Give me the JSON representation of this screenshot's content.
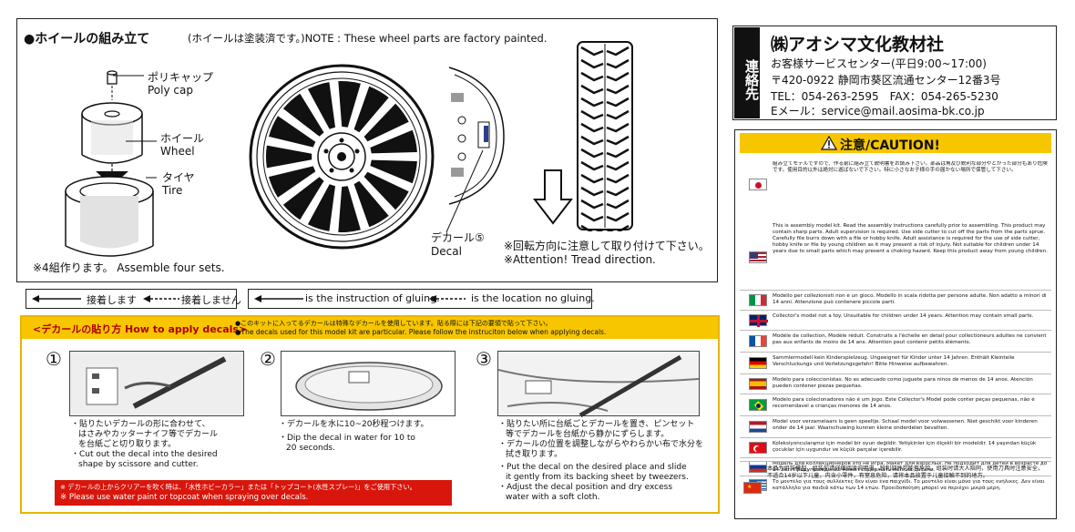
{
  "assembly": {
    "title": "●ホイールの組み立て",
    "title_note": "(ホイールは塗装済です。)NOTE : These wheel parts are factory painted.",
    "polycap_jp": "ポリキャップ",
    "polycap_en": "Poly cap",
    "wheel_jp": "ホイール",
    "wheel_en": "Wheel",
    "tire_jp": "タイヤ",
    "tire_en": "Tire",
    "four_sets": "※4組作ります。 Assemble four sets.",
    "decal_jp": "デカール⑤",
    "decal_en": "Decal",
    "rotation_jp": "※回転方向に注意して取り付けて下さい。",
    "rotation_en": "※Attention! Tread direction."
  },
  "glue_legend": {
    "jp_glue": "接着します",
    "jp_noglue": "接着しません",
    "en_glue": "is the instruction of gluing.",
    "en_noglue": "is the location no gluing."
  },
  "decals": {
    "header": "<デカールの貼り方 How to apply decals>",
    "header_note_jp": "●このキットに入ってるデカールは特殊なデカールを使用しています。貼る際には下記の要領で貼って下さい。",
    "header_note_en": "●The decals used for this model kit are particular. Please follow the instruciton below when applying decals.",
    "step1_num": "①",
    "step2_num": "②",
    "step3_num": "③",
    "step1_jp1": "・貼りたいデカールの形に合わせて、",
    "step1_jp2": "はさみやカッターナイフ等でデカール",
    "step1_jp3": "を台紙ごと切り取ります。",
    "step1_en1": "・Cut out the decal into the desired",
    "step1_en2": "shape by scissore and cutter.",
    "step2_jp": "・デカールを水に10~20秒程つけます。",
    "step2_en1": "・Dip the decal in water for 10 to",
    "step2_en2": "20 seconds.",
    "step3_jp1": "・貼りたい所に台紙ごとデカールを置き、ピンセット",
    "step3_jp2": "等でデカールを台紙から静かにずらします。",
    "step3_jp3": "・デカールの位置を調整しながらやわらかい布で水分を",
    "step3_jp4": "拭き取ります。",
    "step3_en1": "・Put the decal on the desired place and slide",
    "step3_en2": "it gently from its backing sheet by tweezers.",
    "step3_en3": "・Adjust the decal position and dry excess",
    "step3_en4": "water with a soft cloth.",
    "warn_jp": "※ デカールの上からクリアーを吹く時は、「水性ホビーカラー」または「トップコート(水性スプレー)」をご使用下さい。",
    "warn_en": "※ Please use water paint or topcoat when spraying over decals."
  },
  "contact": {
    "side_label": "連絡先",
    "company": "㈱アオシマ文化教材社",
    "service": "お客様サービスセンター(平日9:00~17:00)",
    "address": "〒420-0922 静岡市葵区流通センター12番3号",
    "tel": "TEL：054-263-2595　FAX：054-265-5230",
    "email": "Eメール：service@mail.aosima-bk.co.jp"
  },
  "caution": {
    "title": "注意/CAUTION!",
    "jp": "組み立てモデルですので、作る前に組み立て説明書をお読み下さい。部品は角及び鋭利な部分やとがった部分もあり危険です。使用目的以外は絶対に遊ばないで下さい。特に小さなお子様の手の届かない場所で保管して下さい。",
    "en": "This is assembly model kit. Read the assembly instructions carefully prior to assembling. This product may contain sharp parts. Adult supervision is required. Use side cutter to cut off the parts from the parts sprue. Carefully file burrs down with a file or hobby knife. Adult assistance is required for the use of side cutter, hobby knife or file by young children as it may present a risk of injury. Not suitable for children under 14 years due to small parts which may present a choking hazard. Keep this product away from young children.",
    "it": "Modello per collezionisti non è un gioco. Modello in scala ridotta per persone adulte. Non adatto a minori di 14 anni. Attenzione può contenere piccole parti.",
    "gb": "Collector's model not a toy. Unsuitable for children under 14 years. Attention may contain small parts.",
    "fr": "Modèle de collection, Modèle réduit. Construits a l'échelle en detail pour collectioneurs adultes ne convient pas aux enfants de moins de 14 ans. Attention peut contenir petits éléments.",
    "de": "Sammlermodell kein Kinderspielzeug. Ungeeignet für Kinder unter 14 Jahren. Enthält Kleinteile Verschluckungs und Verletzungsgefahr! Bitte Hinweise aufbewahren.",
    "es": "Modelo para coleccionistas. No es adecuado como juguete para ninos de menos de 14 anos. Atención pueden contener piezas pequeñas.",
    "br": "Modelo para colecionadores não é um jogo. Este Collector's Model pode conter peças pequenas, não é recomendavel a crianças menores de 14 anos.",
    "nl": "Model voor verzamelaars is geen speeltje. Schaal model voor volwassenen. Niet geschikt voor kinderen onder de 14 jaar. Waarschuwing kunnen kleine onderdelen bevatten.",
    "tr": "Koleksiyonculara̧mız için model bir oyun değildir. Yetişkinler için ölçekli bir modeldir. 14 yaşından küçük çocuklar için uygundur ve küçük parçalar içerebilir.",
    "ru": "Модель для коллекционеров это не игра. Макет для взрослых. Не подходит для детей в возрасте до 14 лет. Предупреждение может содержать мелкие детали.",
    "gr": "Το μοντέλο για τους συλλέκτες δεν είναι ένα παιχνίδι. Το μοντέλο είναι μόνο για τους ενήλικες. Δεν είναι κατάλληλο για παιδιά κάτω των 14 ετών. Προειδοποίηση μπορεί να περιέχει μικρά μέρη.",
    "cn": "本品为组装模型，组装前请仔细阅读说明书。锐利部件可能有危险，组装时请大人陪同，使用刀具时注意安全，不适合14岁以下儿童，内含小零件，有窒息危险，请将本品放置于儿童接触不到的地方。"
  }
}
